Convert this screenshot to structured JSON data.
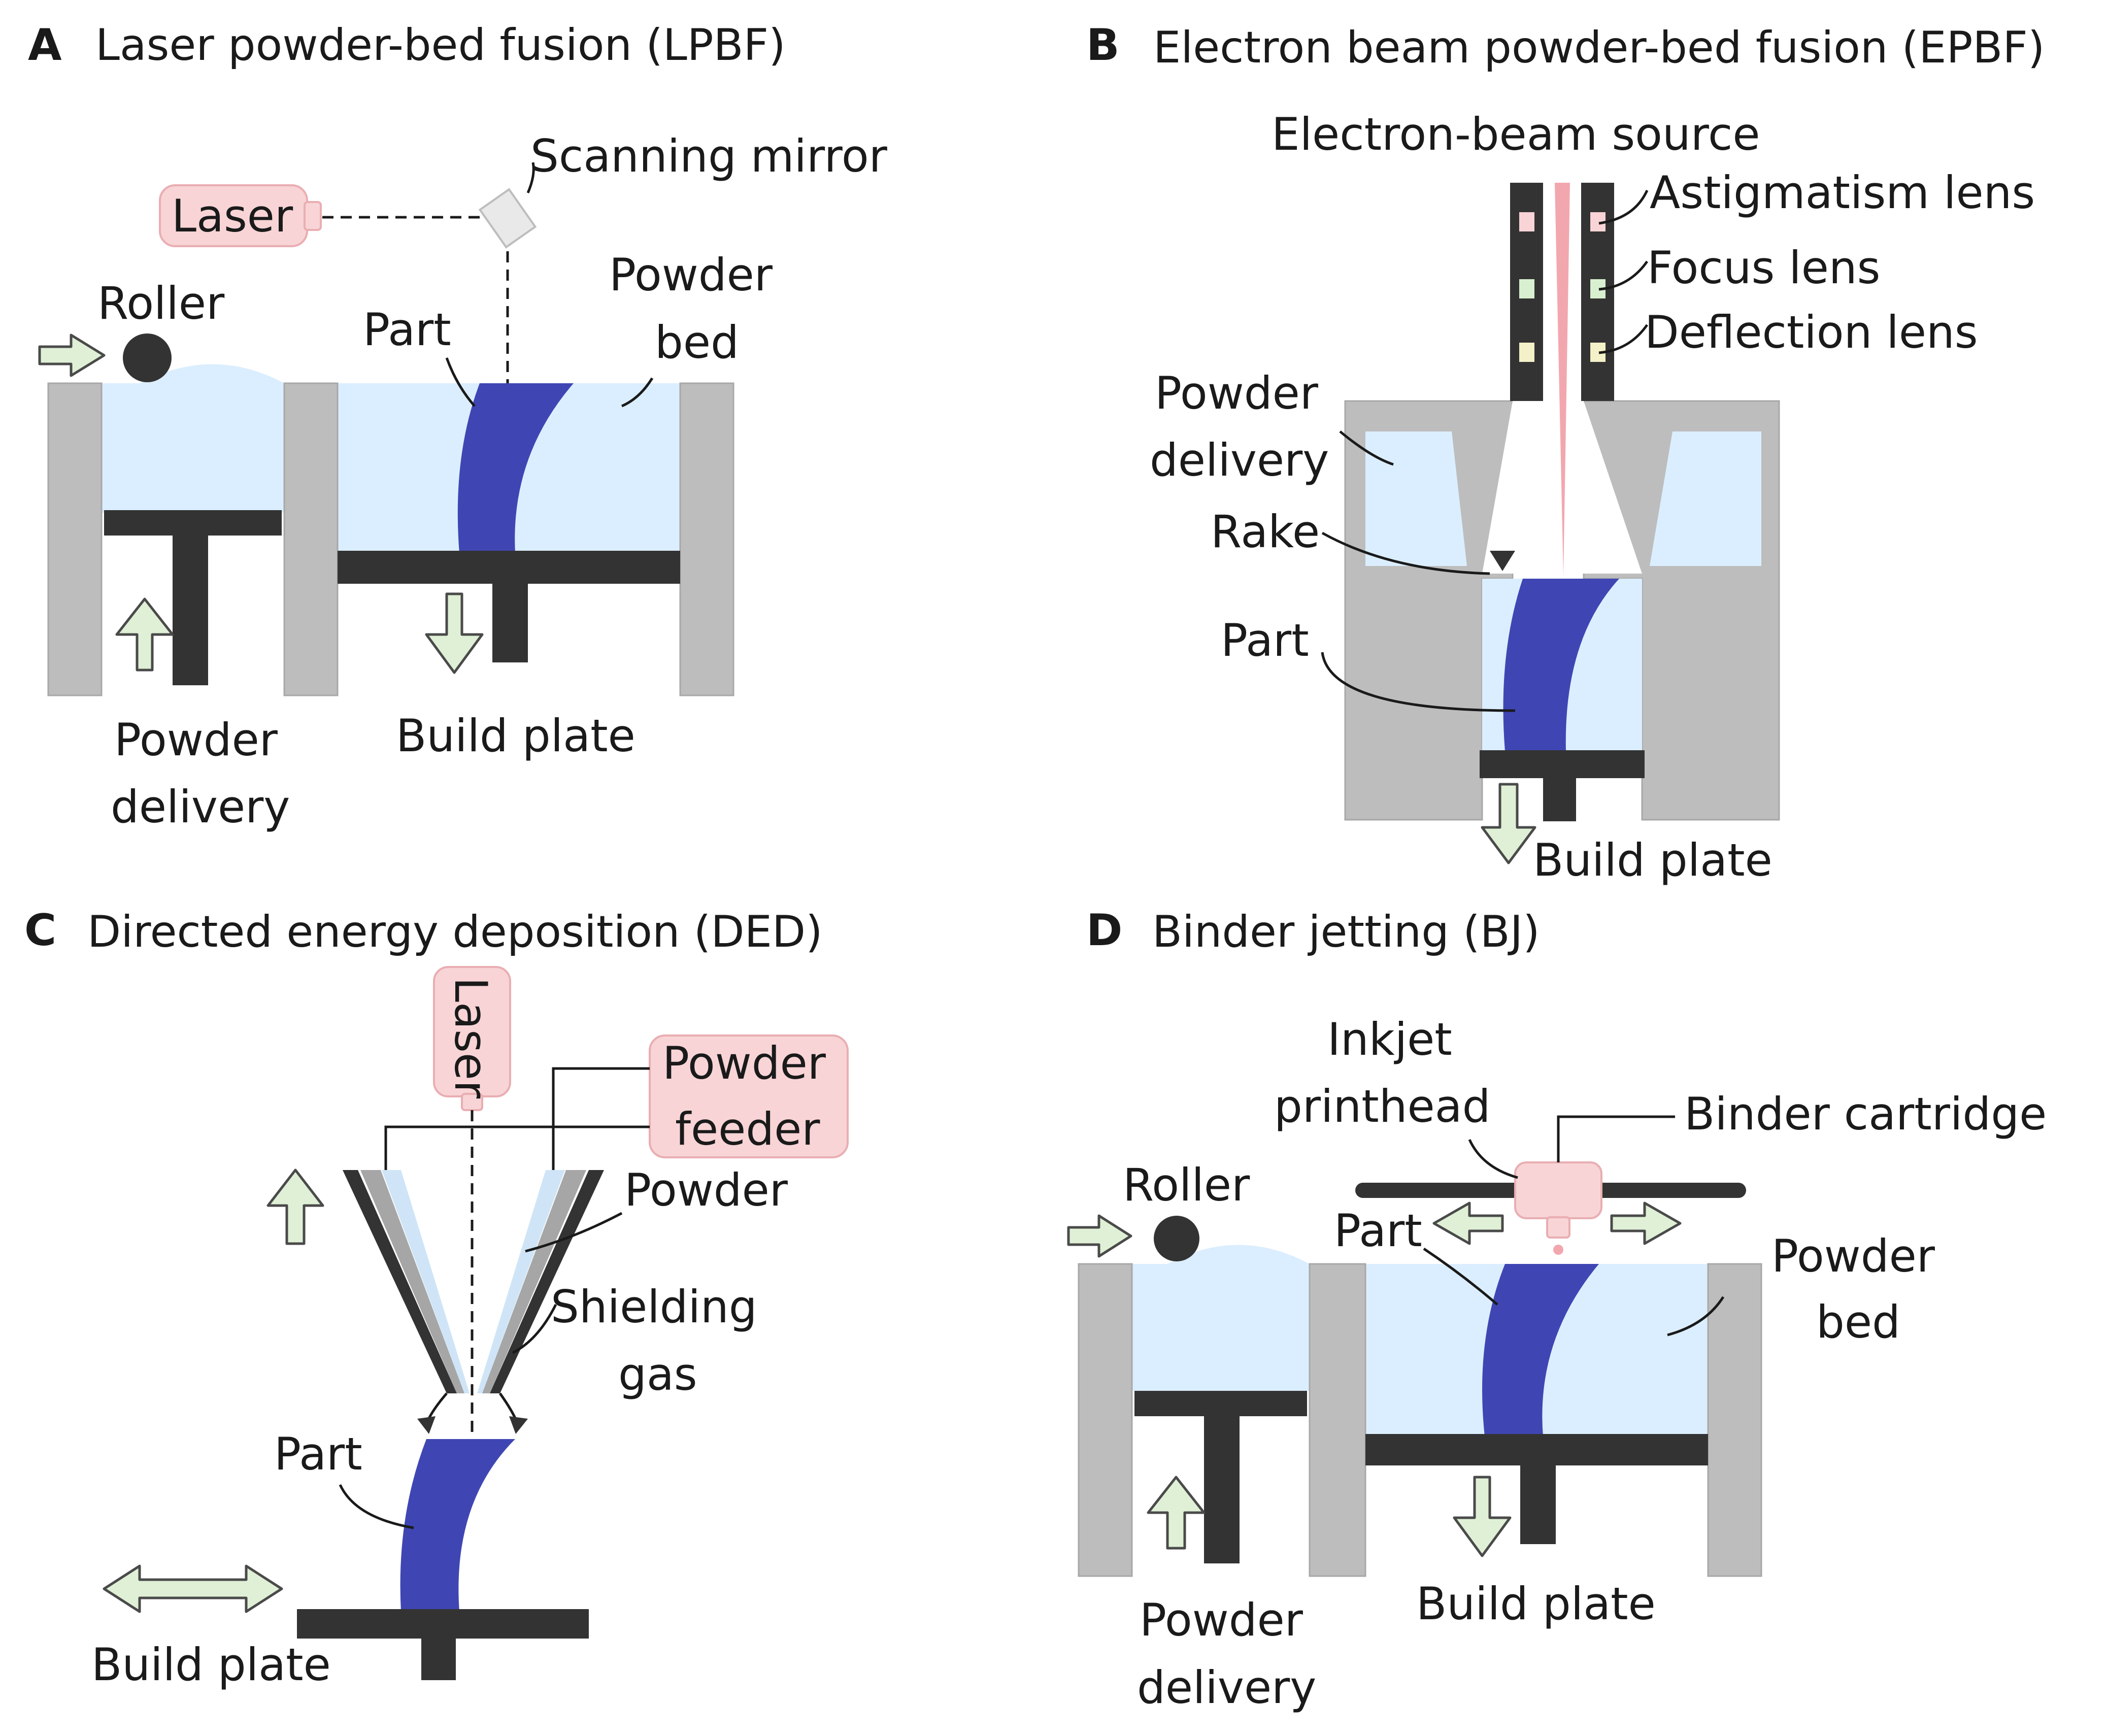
{
  "panels": {
    "a": {
      "letter": "A",
      "title": "Laser powder-bed fusion (LPBF)",
      "labels": {
        "laser": "Laser",
        "scanning_mirror": "Scanning mirror",
        "roller": "Roller",
        "part": "Part",
        "powder_bed_1": "Powder",
        "powder_bed_2": "bed",
        "powder_delivery_1": "Powder",
        "powder_delivery_2": "delivery",
        "build_plate": "Build plate"
      }
    },
    "b": {
      "letter": "B",
      "title": "Electron beam powder-bed fusion (EPBF)",
      "labels": {
        "source": "Electron-beam source",
        "astigmatism_lens": "Astigmatism lens",
        "focus_lens": "Focus lens",
        "deflection_lens": "Deflection lens",
        "powder_delivery_1": "Powder",
        "powder_delivery_2": "delivery",
        "rake": "Rake",
        "part": "Part",
        "build_plate": "Build plate"
      }
    },
    "c": {
      "letter": "C",
      "title": "Directed energy deposition (DED)",
      "labels": {
        "laser": "Laser",
        "powder_feeder_1": "Powder",
        "powder_feeder_2": "feeder",
        "powder": "Powder",
        "shielding_gas_1": "Shielding",
        "shielding_gas_2": "gas",
        "part": "Part",
        "build_plate": "Build plate"
      }
    },
    "d": {
      "letter": "D",
      "title": "Binder jetting (BJ)",
      "labels": {
        "inkjet_printhead_1": "Inkjet",
        "inkjet_printhead_2": "printhead",
        "binder_cartridge": "Binder cartridge",
        "roller": "Roller",
        "part": "Part",
        "powder_bed_1": "Powder",
        "powder_bed_2": "bed",
        "powder_delivery_1": "Powder",
        "powder_delivery_2": "delivery",
        "build_plate": "Build plate"
      }
    }
  },
  "colors": {
    "wall": "#bdbdbd",
    "powder": "#dbeeff",
    "plate": "#333333",
    "part": "#3f46b3",
    "source_pink": "#f8d4d6",
    "arrow_green": "#dff0d6"
  }
}
